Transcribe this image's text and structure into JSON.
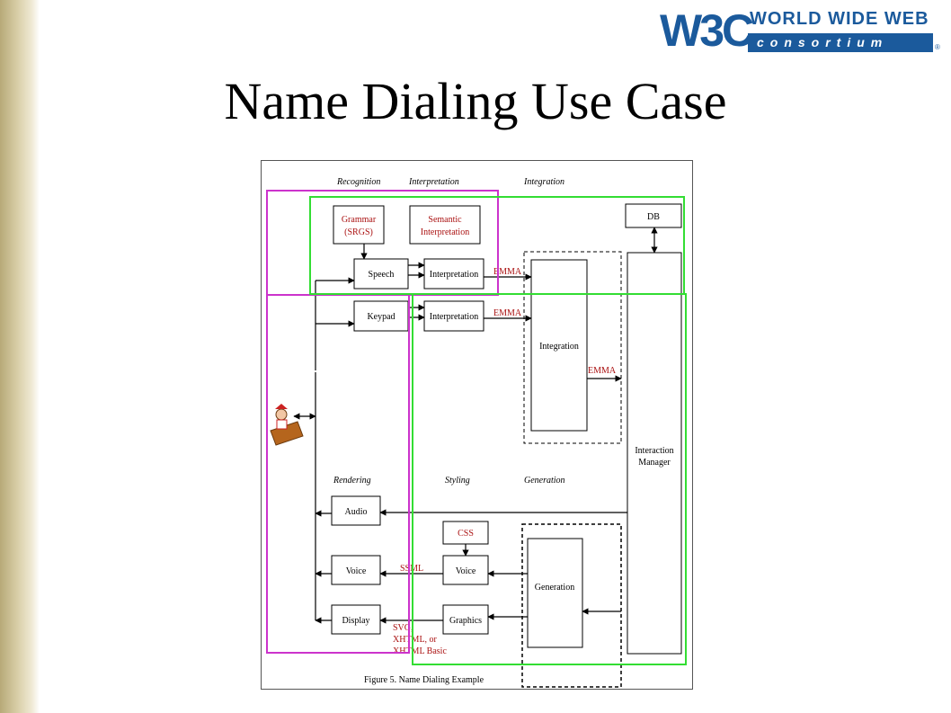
{
  "logo": {
    "mark": "W3C",
    "org_line1": "WORLD WIDE WEB",
    "org_line2": "consortium",
    "reg": "®"
  },
  "title": "Name Dialing Use Case",
  "diagram": {
    "headers": {
      "recognition": "Recognition",
      "interpretation": "Interpretation",
      "integration": "Integration",
      "rendering": "Rendering",
      "styling": "Styling",
      "generation": "Generation"
    },
    "boxes": {
      "grammar": [
        "Grammar",
        "(SRGS)"
      ],
      "semantic": [
        "Semantic",
        "Interpretation"
      ],
      "db": "DB",
      "speech": "Speech",
      "interp_speech": "Interpretation",
      "keypad": "Keypad",
      "interp_keypad": "Interpretation",
      "integration": "Integration",
      "interaction_manager": [
        "Interaction",
        "Manager"
      ],
      "audio": "Audio",
      "css": "CSS",
      "voice_render": "Voice",
      "voice_style": "Voice",
      "generation": "Generation",
      "display": "Display",
      "graphics": "Graphics"
    },
    "labels": {
      "emma1": "EMMA",
      "emma2": "EMMA",
      "emma3": "EMMA",
      "ssml": "SSML",
      "svg_lines": [
        "SVG,",
        "XHTML, or",
        "XHTML Basic"
      ]
    },
    "caption": "Figure 5.  Name Dialing Example",
    "colors": {
      "magenta": "#cc33cc",
      "green": "#33dd33",
      "red_text": "#aa1111",
      "brand": "#1b5a9c"
    }
  }
}
